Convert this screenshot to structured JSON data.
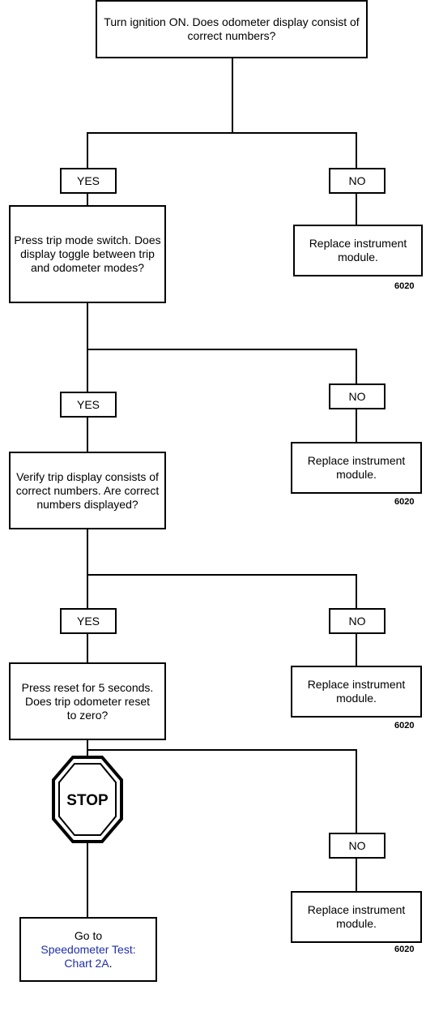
{
  "flowchart": {
    "start_question": "Turn ignition ON. Does odometer display consist of correct numbers?",
    "steps": [
      {
        "yes": "YES",
        "no": "NO",
        "action": "Replace instrument module.",
        "code": "6020",
        "next_question": "Press trip mode switch. Does display toggle between trip and odometer modes?"
      },
      {
        "yes": "YES",
        "no": "NO",
        "action": "Replace instrument module.",
        "code": "6020",
        "next_question": "Verify trip display consists of correct numbers. Are correct numbers displayed?"
      },
      {
        "yes": "YES",
        "no": "NO",
        "action": "Replace instrument module.",
        "code": "6020",
        "next_question": "Press reset for 5 seconds. Does trip odometer reset to zero?"
      },
      {
        "no": "NO",
        "action": "Replace instrument module.",
        "code": "6020"
      }
    ],
    "stop_label": "STOP",
    "final": {
      "prefix": "Go to",
      "link": "Speedometer Test: Chart 2A",
      "suffix": "."
    }
  }
}
